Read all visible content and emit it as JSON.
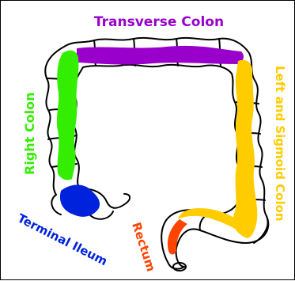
{
  "labels": {
    "transverse": "Transverse Colon",
    "right": "Right Colon",
    "left_sigmoid": "Left and Sigmoid Colon",
    "terminal_ileum": "Terminal Ileum",
    "rectum": "Rectum"
  },
  "colors": {
    "transverse": "#9900cc",
    "right": "#33ee00",
    "left_sigmoid": "#ffcc00",
    "terminal_ileum": "#0022dd",
    "rectum": "#ff4400",
    "outline": "#000000"
  }
}
